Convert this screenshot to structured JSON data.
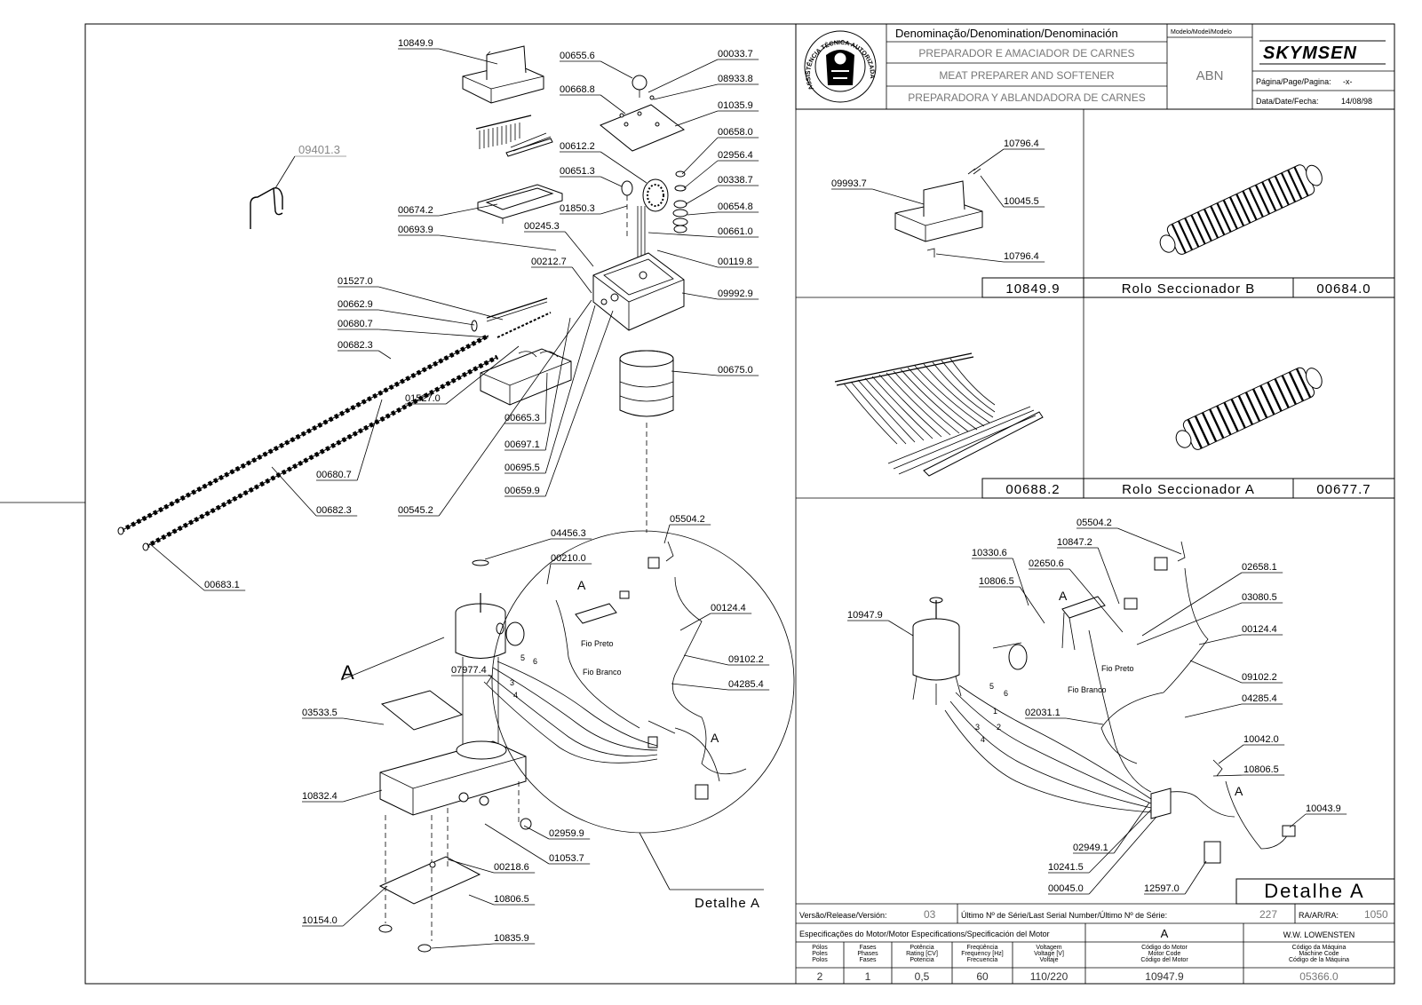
{
  "title_block": {
    "denomination_header": "Denominação/Denomination/Denominación",
    "name_pt": "PREPARADOR E AMACIADOR DE CARNES",
    "name_en": "MEAT PREPARER AND SOFTENER",
    "name_es": "PREPARADORA Y ABLANDADORA DE CARNES",
    "model_header": "Modelo/Model/Modelo",
    "model": "ABN",
    "brand": "SKYMSEN",
    "page_label": "Página/Page/Pagina:",
    "page_value": "-x-",
    "date_label": "Data/Date/Fecha:",
    "date_value": "14/08/98",
    "seal_text": "ASSISTÊNCIA TÉCNICA AUTORIZADA"
  },
  "exploded_view_labels": [
    "10849.9",
    "00655.6",
    "00033.7",
    "08933.8",
    "00668.8",
    "01035.9",
    "00658.0",
    "00612.2",
    "02956.4",
    "00651.3",
    "00338.7",
    "01850.3",
    "00654.8",
    "00674.2",
    "00245.3",
    "00661.0",
    "00693.9",
    "00212.7",
    "00119.8",
    "01527.0",
    "09992.9",
    "00662.9",
    "00680.7",
    "00682.3",
    "00675.0",
    "01527.0",
    "00665.3",
    "00697.1",
    "00680.7",
    "00695.5",
    "00545.2",
    "00659.9",
    "00682.3",
    "00683.1",
    "04456.3",
    "05504.2",
    "00210.0",
    "00124.4",
    "09102.2",
    "04285.4",
    "07977.4",
    "03533.5",
    "10832.4",
    "02959.9",
    "01053.7",
    "00218.6",
    "10806.5",
    "10154.0",
    "10835.9"
  ],
  "ghost_label": "09401.3",
  "detail_ref_a": "A",
  "detail_link_label": "Detalhe A",
  "wire_labels": {
    "fio_preto": "Fio Preto",
    "fio_branco": "Fio Branco"
  },
  "wire_numbers": [
    "5",
    "6",
    "1",
    "2",
    "3",
    "4"
  ],
  "panel_1": {
    "labels": [
      "10796.4",
      "09993.7",
      "10045.5",
      "10796.4"
    ],
    "code": "10849.9"
  },
  "panel_2": {
    "caption": "Rolo Seccionador B",
    "code": "00684.0"
  },
  "panel_3": {
    "code": "00688.2"
  },
  "panel_4": {
    "caption": "Rolo Seccionador A",
    "code": "00677.7"
  },
  "detail_panel": {
    "title": "Detalhe A",
    "labels": [
      "05504.2",
      "10330.6",
      "10847.2",
      "02650.6",
      "10806.5",
      "10947.9",
      "02658.1",
      "03080.5",
      "00124.4",
      "09102.2",
      "02031.1",
      "04285.4",
      "10042.0",
      "10806.5",
      "10043.9",
      "02949.1",
      "10241.5",
      "00045.0",
      "12597.0"
    ]
  },
  "footer": {
    "version_label": "Versão/Release/Versión:",
    "version_value": "03",
    "serial_label": "Último Nº de Série/Last Serial Number/Último Nº de Série:",
    "serial_value": "227",
    "ra_label": "RA/AR/RA:",
    "ra_value": "1050",
    "motor_spec_label": "Especificações do Motor/Motor Especifications/Specificación del Motor",
    "motor_letter": "A",
    "company": "W.W. LOWENSTEN",
    "col_headers": [
      [
        "Pólos",
        "Poles",
        "Polos"
      ],
      [
        "Fases",
        "Phases",
        "Fases"
      ],
      [
        "Potência",
        "Rating [CV]",
        "Potencia"
      ],
      [
        "Freqüência",
        "Frequency [Hz]",
        "Frecuencia"
      ],
      [
        "Voltagem",
        "Voltage [V]",
        "Voltaje"
      ],
      [
        "Código do Motor",
        "Motor Code",
        "Código del Motor"
      ],
      [
        "Código da Máquina",
        "Machine Code",
        "Código de la Máquina"
      ]
    ],
    "values": [
      "2",
      "1",
      "0,5",
      "60",
      "110/220",
      "10947.9",
      "05366.0"
    ]
  }
}
